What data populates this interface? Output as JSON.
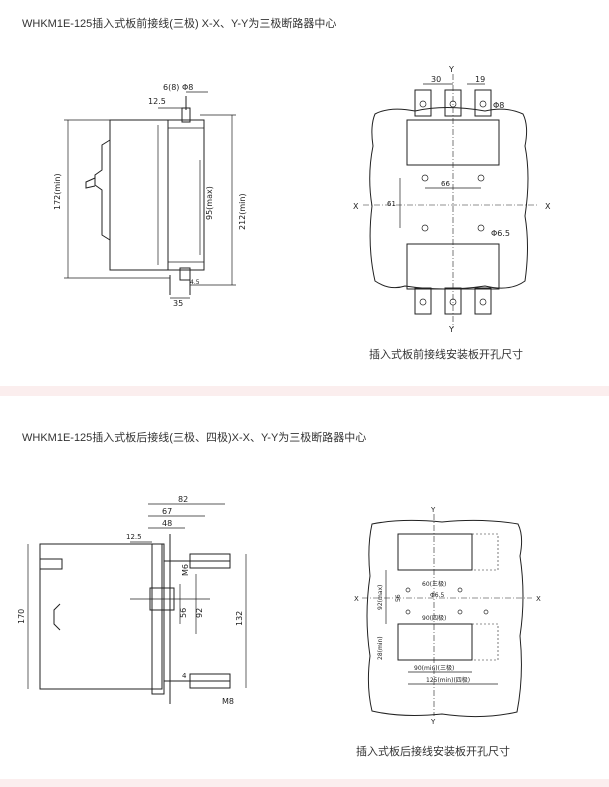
{
  "section1": {
    "title": "WHKM1E-125插入式板前接线(三极) X-X、Y-Y为三极断路器中心",
    "caption": "插入式板前接线安装板开孔尺寸",
    "side": {
      "dim_hole": "6(8) Φ8",
      "dim_offset": "12.5",
      "dim_height_min": "172(min)",
      "dim_body": "95(max)",
      "dim_total": "212(min)",
      "dim_small": "4.5",
      "dim_depth": "35"
    },
    "cutout": {
      "axis_x": "X",
      "axis_y": "Y",
      "dim_30": "30",
      "dim_19": "19",
      "dim_hole": "Φ8",
      "dim_66": "66",
      "dim_61": "61",
      "dim_mount": "Φ6.5"
    }
  },
  "section2": {
    "title": "WHKM1E-125插入式板后接线(三极、四极)X-X、Y-Y为三极断路器中心",
    "caption": "插入式板后接线安装板开孔尺寸",
    "side": {
      "dim_82": "82",
      "dim_67": "67",
      "dim_48": "48",
      "dim_12_5": "12.5",
      "dim_170": "170",
      "dim_m6": "M6",
      "dim_56": "56",
      "dim_92": "92",
      "dim_132": "132",
      "dim_4": "4",
      "dim_m8": "M8"
    },
    "cutout": {
      "axis_x": "X",
      "axis_y": "Y",
      "dim_92max": "92(max)",
      "dim_56": "56",
      "dim_28min": "28(min)",
      "dim_60": "60(三极)",
      "dim_hole": "Φ6.5",
      "dim_90_4": "90(四极)",
      "dim_90_3": "90(min)(三极)",
      "dim_125": "125(min)(四极)"
    }
  }
}
